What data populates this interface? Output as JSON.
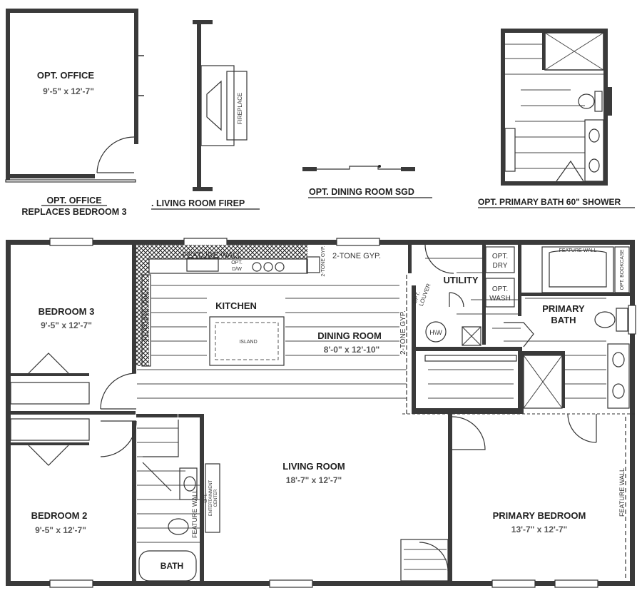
{
  "insets": {
    "office": {
      "room_name": "OPT. OFFICE",
      "room_dim": "9'-5\" x  12'-7\"",
      "caption_line1": "OPT. OFFICE",
      "caption_line2": "REPLACES BEDROOM 3"
    },
    "fireplace": {
      "label": "FIREPLACE",
      "caption": ". LIVING ROOM FIREP"
    },
    "sgd": {
      "caption": "OPT. DINING ROOM SGD"
    },
    "bath": {
      "caption": "OPT. PRIMARY BATH 60\" SHOWER"
    }
  },
  "plan": {
    "bedroom3": {
      "name": "BEDROOM 3",
      "dim": "9'-5\"  x  12'-7\""
    },
    "bedroom2": {
      "name": "BEDROOM 2",
      "dim": "9'-5\"  x  12'-7\""
    },
    "kitchen": {
      "name": "KITCHEN",
      "island": "ISLAND"
    },
    "dining": {
      "name": "DINING ROOM",
      "dim": "8'-0\"  x  12'-10\""
    },
    "living": {
      "name": "LIVING ROOM",
      "dim": "18'-7\"  x  12'-7\""
    },
    "primary_bedroom": {
      "name": "PRIMARY BEDROOM",
      "dim": "13'-7\"  x  12'-7\""
    },
    "primary_bath": {
      "name_line1": "PRIMARY",
      "name_line2": "BATH",
      "feature_wall": "FEATURE WALL",
      "bookcase": "OPT. BOOKCASE"
    },
    "utility": {
      "name": "UTILITY",
      "dry_line1": "OPT.",
      "dry_line2": "DRY",
      "wash_line1": "OPT.",
      "wash_line2": "WASH",
      "louver_line1": "OPT.",
      "louver_line2": "LOUVER",
      "water_heater": "H\\W"
    },
    "bath": {
      "name": "BATH"
    },
    "labels": {
      "feature_wall_kitchen": "FEATURE WALL",
      "feature_wall_left": "FEATURE WALL",
      "feature_wall_bath": "FEATURE WALL",
      "feature_wall_primary": "FEATURE WALL",
      "two_tone_1": "2-TONE GYP.",
      "two_tone_2": "2-TONE GYP.",
      "two_tone_vertical": "2-TONE GYP.",
      "opt_dw_line1": "OPT.",
      "opt_dw_line2": "D/W",
      "ent_center_line1": "OPT.",
      "ent_center_line2": "ENTERTAINMENT",
      "ent_center_line3": "CENTER"
    }
  }
}
